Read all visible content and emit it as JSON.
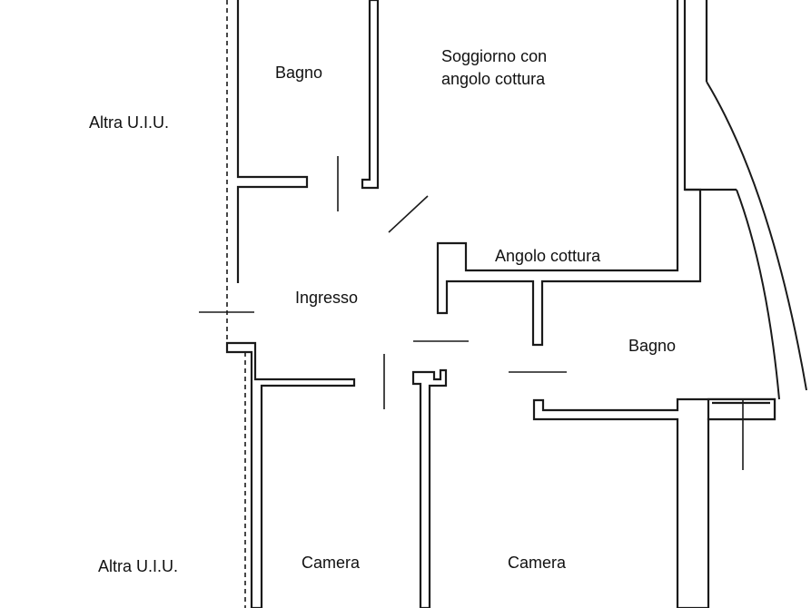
{
  "rooms": {
    "bagno_top": "Bagno",
    "soggiorno_line1": "Soggiorno con",
    "soggiorno_line2": "angolo cottura",
    "altra_top": "Altra U.I.U.",
    "angolo_cottura": "Angolo cottura",
    "ingresso": "Ingresso",
    "bagno_right": "Bagno",
    "camera_left": "Camera",
    "camera_right": "Camera",
    "altra_bottom": "Altra U.I.U."
  },
  "colors": {
    "line": "#1a1a1a",
    "background": "#ffffff"
  }
}
